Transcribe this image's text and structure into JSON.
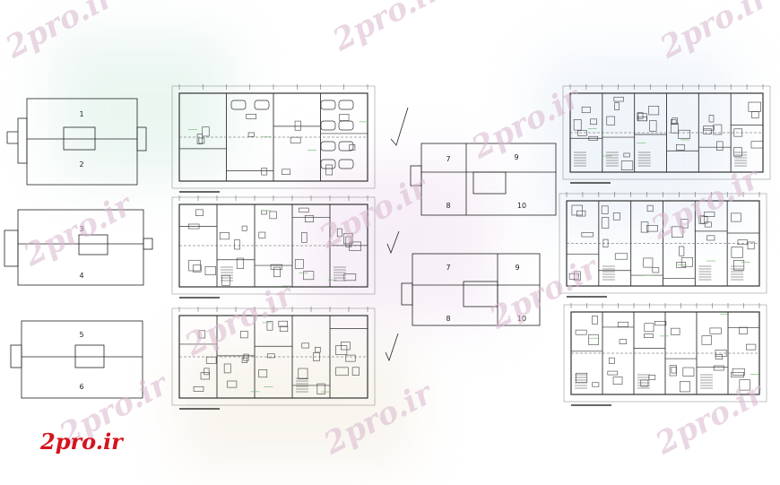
{
  "key_plans_left": [
    {
      "top": "1",
      "bottom": "2"
    },
    {
      "top": "3",
      "bottom": "4"
    },
    {
      "top": "5",
      "bottom": "6"
    }
  ],
  "key_plans_mid": [
    {
      "tl": "7",
      "tr": "9",
      "bl": "8",
      "br": "10"
    },
    {
      "tl": "7",
      "tr": "9",
      "bl": "8",
      "br": "10"
    }
  ],
  "watermark": {
    "text": "2pro.ir"
  },
  "logo": {
    "text": "2pro.ir",
    "color": "#d4141c"
  },
  "colors": {
    "line": "#222222",
    "watermark": "#d9b8cf",
    "wall": "#444444"
  }
}
